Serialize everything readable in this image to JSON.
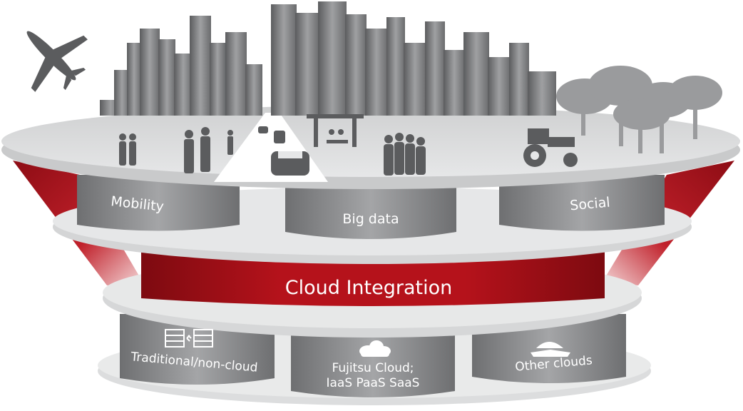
{
  "top_tier": {
    "mobility_label": "Mobility",
    "bigdata_label": "Big data",
    "social_label": "Social"
  },
  "middle_tier": {
    "integration_label": "Cloud Integration"
  },
  "bottom_tier": {
    "traditional_label": "Traditional/non-cloud",
    "fujitsu_line1": "Fujitsu Cloud;",
    "fujitsu_line2": "IaaS PaaS SaaS",
    "other_label": "Other clouds"
  },
  "colors": {
    "accent_red": "#b5121b",
    "dark_red": "#7d0a10",
    "cylinder_gray": "#8a8b8d",
    "platter_gray": "#d9dadb"
  },
  "icons": [
    "airplane-icon",
    "city-skyline",
    "people-icon",
    "car-icon",
    "bus-stop-icon",
    "tractor-icon",
    "trees-icon",
    "server-icon",
    "cloud-icon",
    "handshake-icon"
  ]
}
